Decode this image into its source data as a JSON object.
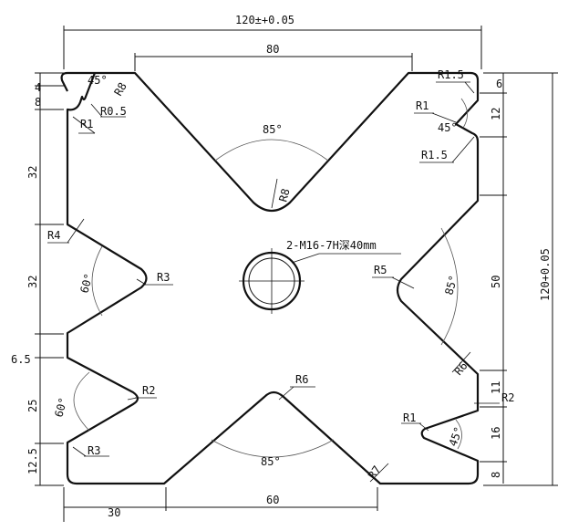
{
  "drawing": {
    "dimensions": {
      "top_width": "120±+0.05",
      "top_inner": "80",
      "bottom_left": "30",
      "bottom_mid": "60",
      "right_height": "120+0.05",
      "left_4": "4",
      "left_8": "8",
      "left_32a": "32",
      "left_32b": "32",
      "left_6_5": "6.5",
      "left_25": "25",
      "left_12_5": "12.5",
      "right_6": "6",
      "right_12": "12",
      "right_50": "50",
      "right_11": "11",
      "right_16": "16",
      "right_8": "8"
    },
    "angles": {
      "top_left_notch": "45°",
      "top_v": "85°",
      "left_v_upper": "60°",
      "left_v_lower": "60°",
      "right_v": "85°",
      "right_notch_upper": "45°",
      "right_notch_lower": "45°",
      "bottom_v": "85°"
    },
    "radii": {
      "r8_top_left": "R8",
      "r0_5": "R0.5",
      "r1_left": "R1",
      "r8_top_v": "R8",
      "r1_5_top": "R1.5",
      "r1_right_upper": "R1",
      "r1_5_mid": "R1.5",
      "r4": "R4",
      "r3_upper": "R3",
      "r5": "R5",
      "r6_right": "R6",
      "r2_left": "R2",
      "r2_right": "R2",
      "r6_bottom": "R6",
      "r1_right_lower": "R1",
      "r3_lower": "R3",
      "r7": "R7"
    },
    "hole_note": "2-M16-7H深40mm"
  }
}
